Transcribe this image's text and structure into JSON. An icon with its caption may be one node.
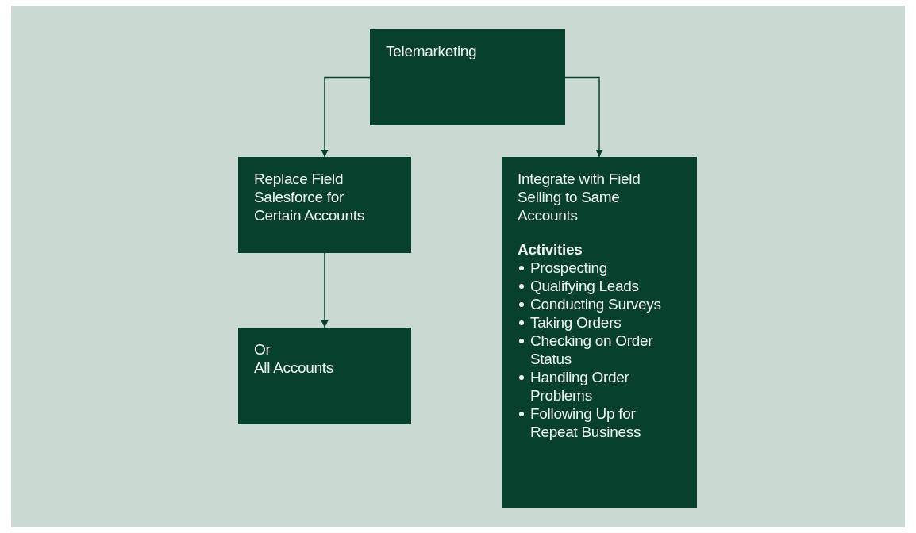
{
  "diagram": {
    "nodes": [
      {
        "text": [
          "Telemarketing"
        ]
      },
      {
        "text": [
          "Replace Field Salesforce for Certain Accounts"
        ]
      },
      {
        "text": [
          "Integrate with Field Selling to Same Accounts",
          "Activities",
          "Prospecting",
          "Qualifying Leads",
          "Conducting Surveys",
          "Taking Orders",
          "Checking on Order Status",
          "Handling Order Problems",
          "Following Up for Repeat Business"
        ]
      },
      {
        "text": [
          "Or",
          "All Accounts"
        ]
      }
    ],
    "edges": [
      {
        "from": 0,
        "to": 1,
        "arrow": "to"
      },
      {
        "from": 0,
        "to": 2,
        "arrow": "to"
      },
      {
        "from": 1,
        "to": 3,
        "arrow": "to"
      }
    ]
  }
}
